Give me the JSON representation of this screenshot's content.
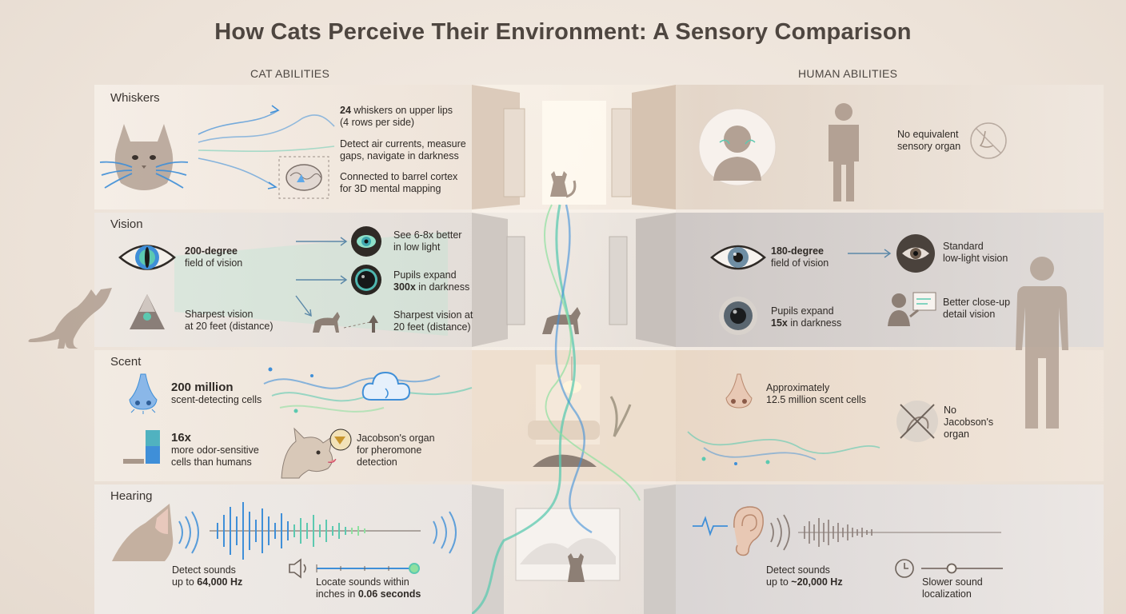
{
  "title": "How Cats Perceive Their Environment: A Sensory Comparison",
  "columns": {
    "cat": "CAT ABILITIES",
    "human": "HUMAN ABILITIES"
  },
  "whiskers": {
    "label": "Whiskers",
    "cat": [
      {
        "bold": "24",
        "rest": " whiskers on upper lips",
        "line2": "(4 rows per side)"
      },
      {
        "line1": "Detect air currents, measure",
        "line2": "gaps, navigate in darkness"
      },
      {
        "line1": "Connected to barrel cortex",
        "line2": "for 3D mental mapping"
      }
    ],
    "human": {
      "line1": "No equivalent",
      "line2": "sensory organ"
    }
  },
  "vision": {
    "label": "Vision",
    "cat": {
      "fov_bold": "200-degree",
      "fov_rest": "field of vision",
      "sharp_line1": "Sharpest vision",
      "sharp_line2": "at 20 feet (distance)",
      "lowlight_line1": "See 6-8x better",
      "lowlight_line2": "in low light",
      "pupil_line1": "Pupils expand",
      "pupil_bold": "300x",
      "pupil_rest": " in darkness",
      "sharp2_line1": "Sharpest vision at",
      "sharp2_line2": "20 feet (distance)"
    },
    "human": {
      "fov_bold": "180-degree",
      "fov_rest": "field of vision",
      "lowlight_line1": "Standard",
      "lowlight_line2": "low-light vision",
      "pupil_line1": "Pupils expand",
      "pupil_bold": "15x",
      "pupil_rest": " in darkness",
      "closeup_line1": "Better close-up",
      "closeup_line2": "detail vision"
    }
  },
  "scent": {
    "label": "Scent",
    "cat": {
      "cells_bold": "200 million",
      "cells_rest": "scent-detecting cells",
      "ratio_bold": "16x",
      "ratio_line2": "more odor-sensitive",
      "ratio_line3": "cells than humans",
      "jacobson_line1": "Jacobson's organ",
      "jacobson_line2": "for pheromone",
      "jacobson_line3": "detection"
    },
    "human": {
      "cells_line1": "Approximately",
      "cells_line2": "12.5 million scent cells",
      "nojacob_line1": "No",
      "nojacob_line2": "Jacobson's",
      "nojacob_line3": "organ"
    }
  },
  "hearing": {
    "label": "Hearing",
    "cat": {
      "range_line1": "Detect sounds",
      "range_prefix": "up to ",
      "range_bold": "64,000 Hz",
      "locate_line1": "Locate sounds within",
      "locate_prefix": "inches in ",
      "locate_bold": "0.06 seconds"
    },
    "human": {
      "range_line1": "Detect sounds",
      "range_prefix": "up to ",
      "range_bold": "~20,000 Hz",
      "local_line1": "Slower sound",
      "local_line2": "localization"
    }
  },
  "colors": {
    "accent_blue": "#3f8fd8",
    "accent_teal": "#5cc9b0",
    "accent_green": "#8fe0a0",
    "silhouette": "#b3a194",
    "text_dark": "#2f2a26"
  },
  "icons": {
    "whiskers_cat": "cat-face-icon",
    "whiskers_brain": "brain-icon",
    "whiskers_human": "human-head-icon",
    "whiskers_none": "crossed-nose-icon",
    "vision_cat": "cat-eye-icon",
    "vision_human": "human-eye-icon",
    "scent_cat": "nose-icon",
    "scent_cloud": "cloud-icon",
    "hearing_cat": "cat-ear-icon",
    "hearing_human": "human-ear-icon",
    "hearing_speaker": "speaker-icon",
    "hearing_clock": "clock-icon"
  }
}
